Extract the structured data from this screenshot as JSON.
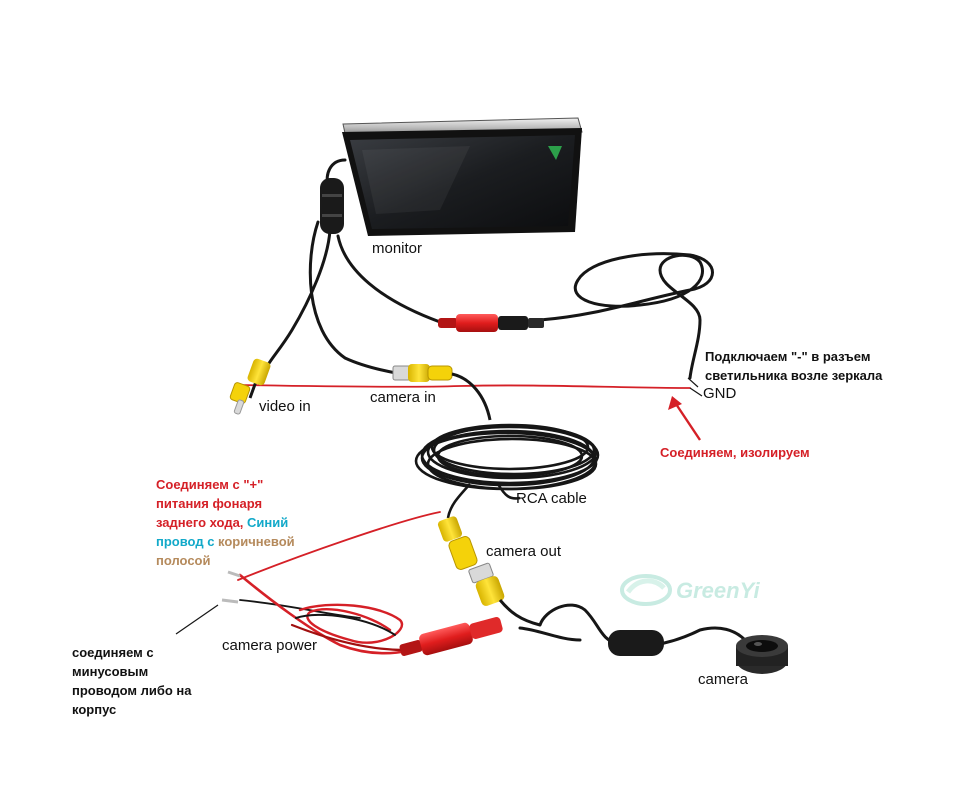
{
  "labels": {
    "monitor": "monitor",
    "video_in": "video in",
    "camera_in": "camera in",
    "gnd": "GND",
    "rca_cable": "RCA cable",
    "camera_out": "camera out",
    "camera_power": "camera power",
    "camera": "camera"
  },
  "notes": {
    "gnd_connect": {
      "line1": "Подключаем \"-\" в разъем",
      "line2": "светильника возле зеркала"
    },
    "join_isolate": "Соединяем, изолируем",
    "plus_power": {
      "line1": "Соединяем с \"+\"",
      "line2": "питания фонаря",
      "line3_red": "заднего хода, ",
      "line3_cyan": "Синий",
      "line4_cyan": "провод с ",
      "line4_brown": "коричневой",
      "line5_brown": "полосой"
    },
    "minus_connect": {
      "line1": "соединяем с",
      "line2": "минусовым",
      "line3": "проводом либо на",
      "line4": "корпус"
    }
  },
  "watermark": "GreenYi",
  "colors": {
    "annotation_red": "#d52027",
    "annotation_cyan": "#12a9c9",
    "annotation_brown": "#b58a5c",
    "rca_yellow": "#f4d20a",
    "plug_red": "#e02a2a",
    "cable_black": "#161616"
  }
}
